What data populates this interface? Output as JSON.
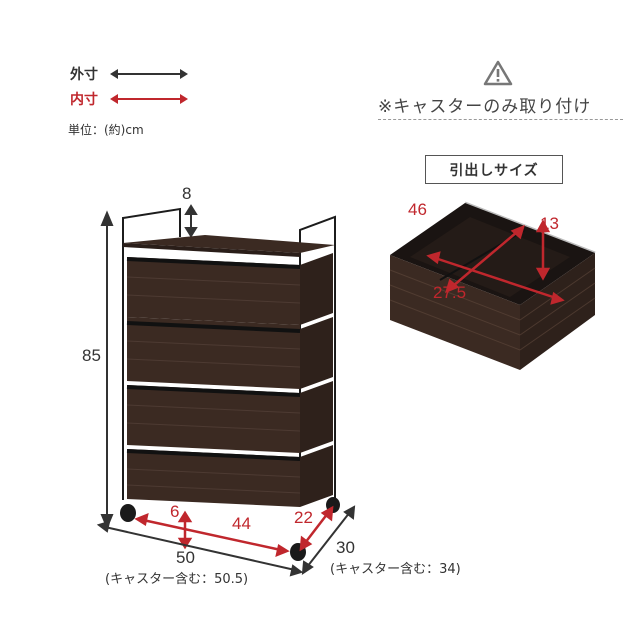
{
  "legend": {
    "outer_label": "外寸",
    "inner_label": "内寸",
    "unit": "単位：(約)cm",
    "outer_color": "#333333",
    "inner_color": "#c0272d"
  },
  "notice": {
    "icon": "warning-icon",
    "text": "※キャスターのみ取り付け"
  },
  "drawer": {
    "title": "引出しサイズ",
    "width": "46",
    "depth": "27.5",
    "height": "13"
  },
  "cart": {
    "top_gap": "8",
    "height": "85",
    "width": "50",
    "width_note": "(キャスター含む：50.5)",
    "depth": "30",
    "depth_note": "(キャスター含む：34)",
    "inner_height": "6",
    "inner_width": "44",
    "inner_depth": "22"
  },
  "colors": {
    "accent_red": "#c0272d",
    "rattan": "#3b2a22",
    "frame": "#1c1c1c"
  }
}
